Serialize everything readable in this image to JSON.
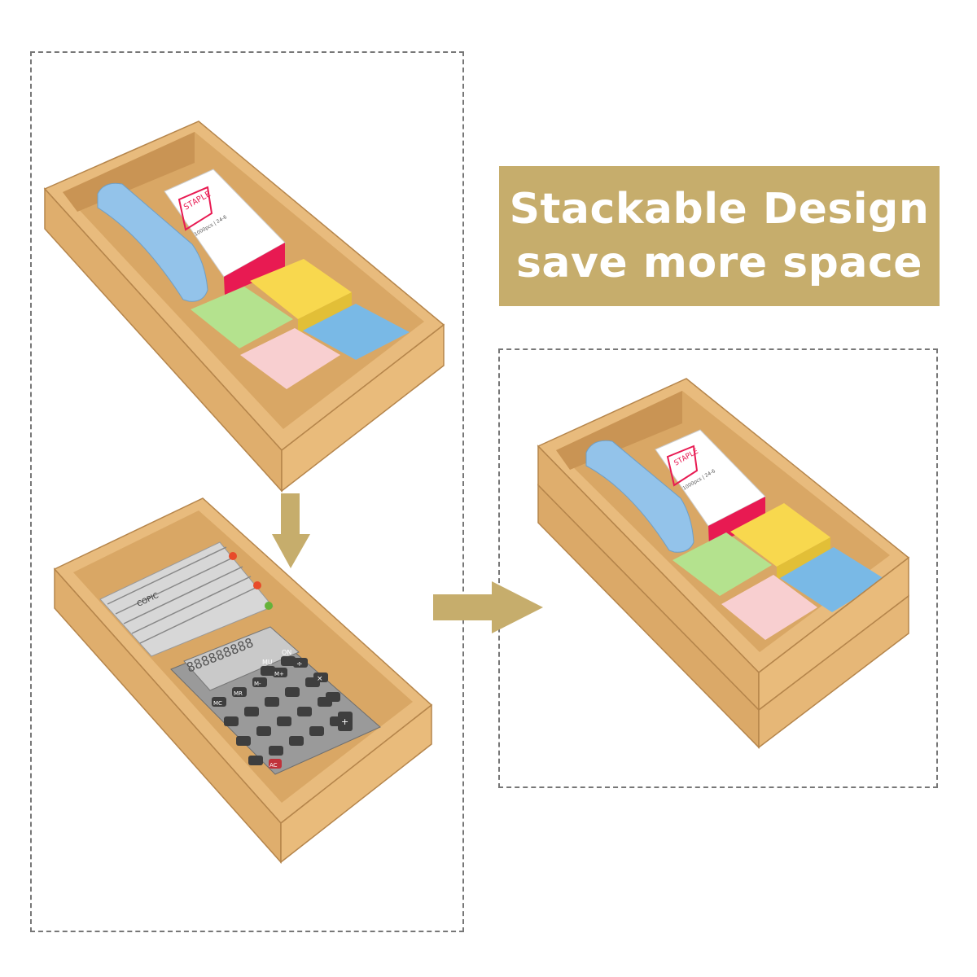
{
  "banner": {
    "line1": "Stackable Design",
    "line2": "save more space",
    "background": "#c6ad6c",
    "text_color": "#ffffff"
  },
  "top_box": {
    "staple_box_label": "STAPLE",
    "staple_box_sublabel": "1000pcs | 24-6"
  },
  "bottom_box": {
    "marker_brand": "COPIC",
    "calculator_display": "888888888",
    "calculator_keys": [
      "MU",
      "ON",
      "MC",
      "MR",
      "M-",
      "M+",
      "÷",
      "×",
      "+",
      "AC"
    ]
  },
  "stacked_box": {
    "staple_box_label": "STAPLE",
    "staple_box_sublabel": "1000pcs | 24-6"
  },
  "colors": {
    "bamboo": "#e3b373",
    "arrow": "#c6ad6c",
    "dashed_border": "#777777",
    "note_yellow": "#f8d84e",
    "note_green": "#b4e28e",
    "note_blue": "#79b9e6",
    "note_pink": "#f8cfd0",
    "stapler": "#93c3ea",
    "staple_box": "#e81a52"
  }
}
